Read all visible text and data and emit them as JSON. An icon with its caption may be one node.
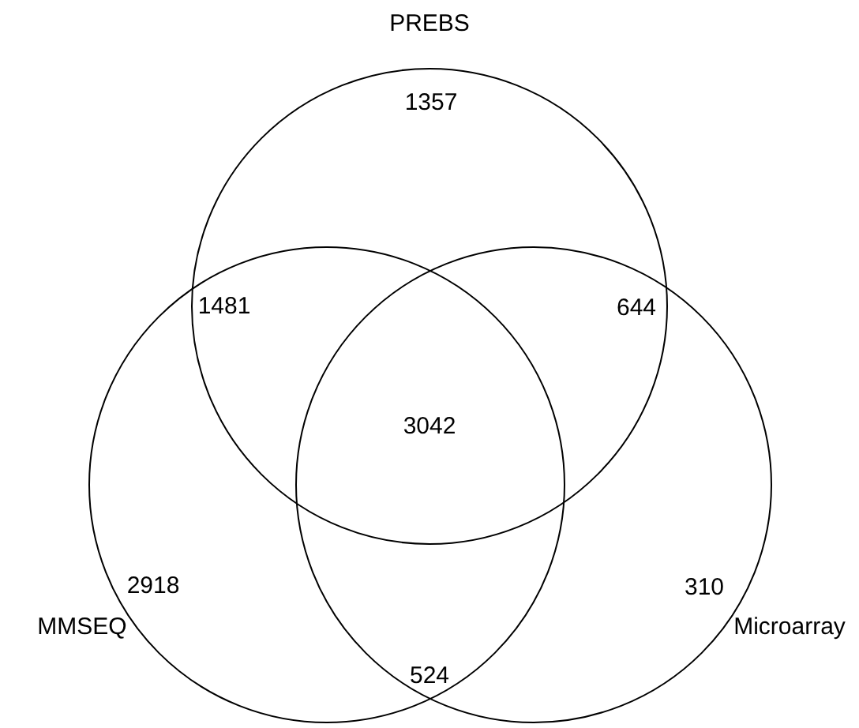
{
  "diagram": {
    "nodes": [
      {
        "text": [
          "PREBS"
        ]
      },
      {
        "text": [
          "MMSEQ"
        ]
      },
      {
        "text": [
          "Microarray"
        ]
      }
    ],
    "labels": [
      "1357",
      "1481",
      "644",
      "3042",
      "2918",
      "310",
      "524"
    ]
  }
}
